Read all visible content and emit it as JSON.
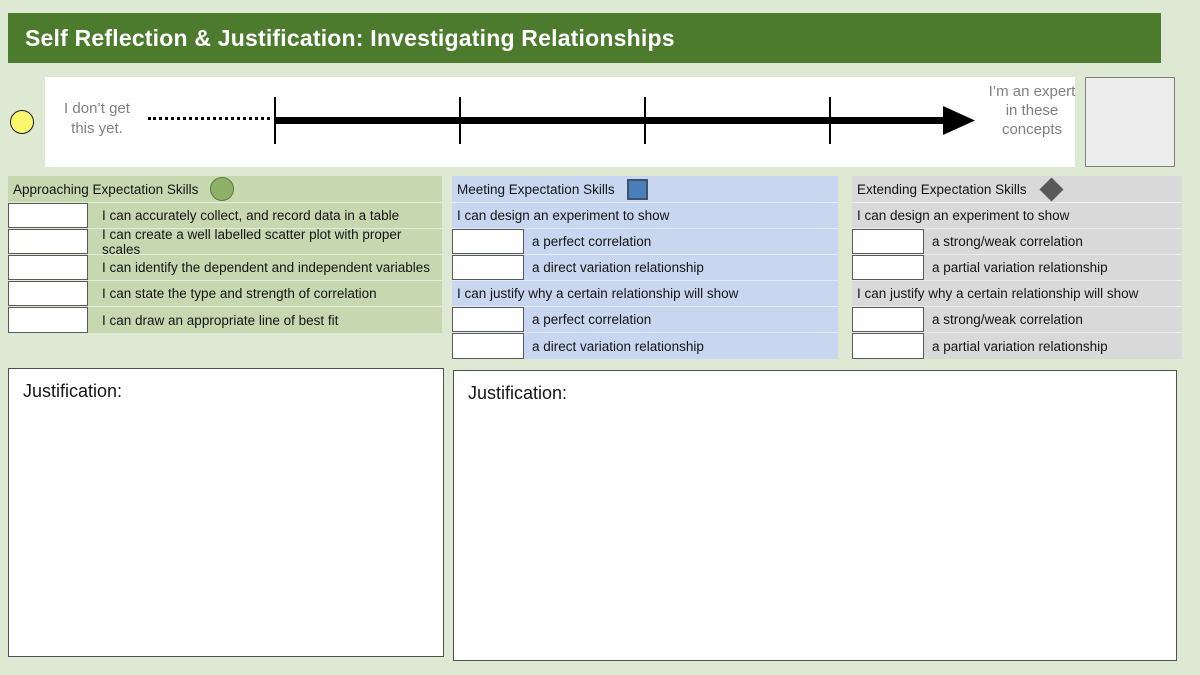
{
  "colors": {
    "page_bg": "#dee9d3",
    "header_bg": "#4d7b2e",
    "header_text": "#ffffff",
    "approaching_bg": "#c7d8b0",
    "meeting_bg": "#c9d6f0",
    "extending_bg": "#d9d9d9",
    "circle_icon": "#8cb167",
    "square_icon": "#4a7ebb",
    "diamond_icon": "#595959",
    "marker_yellow": "#faf76e",
    "muted_text": "#7f7f7f"
  },
  "header": {
    "title": "Self Reflection & Justification: Investigating Relationships"
  },
  "scale": {
    "left_label": "I don’t get this yet.",
    "right_label": "I’m an expert in these concepts"
  },
  "columns": [
    {
      "title": "Approaching Expectation Skills",
      "icon": "circle-icon",
      "skills": [
        "I can accurately collect, and record data in a table",
        "I can create a well labelled scatter plot with proper scales",
        "I can identify the dependent and independent variables",
        "I can state the type and strength of correlation",
        "I can draw an appropriate line of best fit"
      ]
    },
    {
      "title": "Meeting Expectation Skills",
      "icon": "square-icon",
      "groups": [
        {
          "heading": "I can design an experiment to show",
          "items": [
            "a perfect correlation",
            "a direct variation relationship"
          ]
        },
        {
          "heading": "I can justify why a certain relationship will show",
          "items": [
            "a perfect correlation",
            "a direct variation relationship"
          ]
        }
      ]
    },
    {
      "title": "Extending Expectation Skills",
      "icon": "diamond-icon",
      "groups": [
        {
          "heading": "I can design an experiment to show",
          "items": [
            "a strong/weak correlation",
            "a partial variation relationship"
          ]
        },
        {
          "heading": "I can justify why a certain relationship will show",
          "items": [
            "a strong/weak correlation",
            "a partial variation relationship"
          ]
        }
      ]
    }
  ],
  "justifications": [
    {
      "label": "Justification:"
    },
    {
      "label": "Justification:"
    }
  ]
}
